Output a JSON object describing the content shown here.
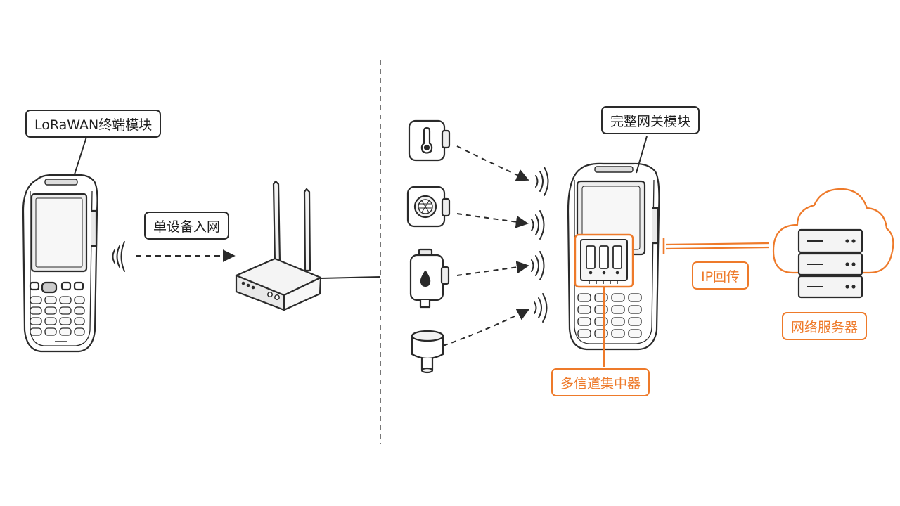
{
  "labels": {
    "lorawan_module": "LoRaWAN终端模块",
    "single_device": "单设备入网",
    "full_gateway": "完整网关模块",
    "ip_backhaul": "IP回传",
    "network_server": "网络服务器",
    "concentrator": "多信道集中器"
  },
  "colors": {
    "ink": "#2a2a2a",
    "accent": "#ee7a2a",
    "screen": "#f1f1f1"
  }
}
